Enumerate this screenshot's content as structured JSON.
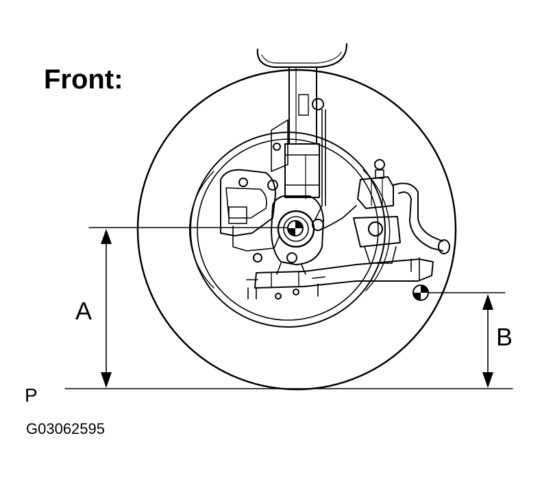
{
  "title": "Front:",
  "labels": {
    "dimension_a": "A",
    "dimension_b": "B",
    "ground_plane": "P"
  },
  "figure_code": "G03062595",
  "colors": {
    "ink": "#000000",
    "paper": "#ffffff"
  }
}
